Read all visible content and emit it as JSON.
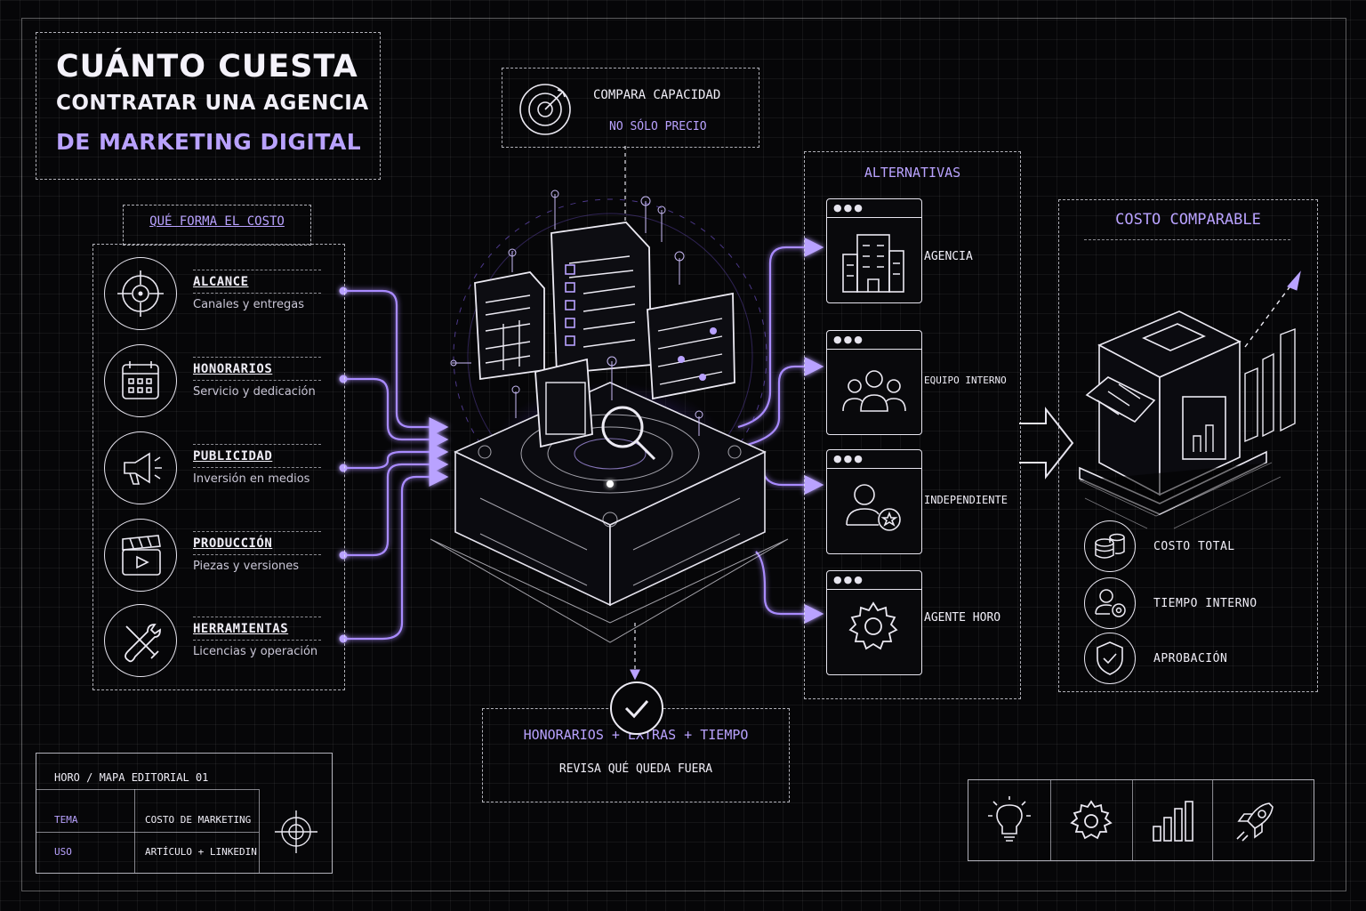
{
  "title": {
    "line1": "CUÁNTO CUESTA",
    "line2": "CONTRATAR UNA AGENCIA",
    "line3": "DE MARKETING DIGITAL"
  },
  "cost_panel": {
    "heading": "QUÉ FORMA EL COSTO",
    "items": [
      {
        "label": "ALCANCE",
        "sub": "Canales y entregas",
        "icon": "target-icon"
      },
      {
        "label": "HONORARIOS",
        "sub": "Servicio y dedicación",
        "icon": "calendar-icon"
      },
      {
        "label": "PUBLICIDAD",
        "sub": "Inversión en medios",
        "icon": "megaphone-icon"
      },
      {
        "label": "PRODUCCIÓN",
        "sub": "Piezas y versiones",
        "icon": "clapperboard-icon"
      },
      {
        "label": "HERRAMIENTAS",
        "sub": "Licencias y operación",
        "icon": "tools-icon"
      }
    ]
  },
  "compare": {
    "line1": "COMPARA CAPACIDAD",
    "line2": "NO SÓLO PRECIO",
    "icon": "target-icon"
  },
  "alternatives": {
    "heading": "ALTERNATIVAS",
    "items": [
      {
        "label": "AGENCIA",
        "icon": "building-icon"
      },
      {
        "label": "EQUIPO INTERNO",
        "icon": "team-icon"
      },
      {
        "label": "INDEPENDIENTE",
        "icon": "freelancer-icon"
      },
      {
        "label": "AGENTE HORO",
        "icon": "gear-icon"
      }
    ]
  },
  "comparable": {
    "heading": "COSTO COMPARABLE",
    "items": [
      {
        "label": "COSTO TOTAL",
        "icon": "coins-icon"
      },
      {
        "label": "TIEMPO INTERNO",
        "icon": "user-gear-icon"
      },
      {
        "label": "APROBACIÓN",
        "icon": "shield-check-icon"
      }
    ]
  },
  "formula": {
    "line1": "HONORARIOS + EXTRAS + TIEMPO",
    "line2": "REVISA QUÉ QUEDA FUERA"
  },
  "meta": {
    "header": "HORO / MAPA EDITORIAL 01",
    "rows": [
      {
        "key": "TEMA",
        "value": "COSTO DE MARKETING"
      },
      {
        "key": "USO",
        "value": "ARTÍCULO + LINKEDIN"
      }
    ]
  },
  "strip_icons": [
    "lightbulb-icon",
    "gear-icon",
    "bar-chart-icon",
    "rocket-icon"
  ],
  "colors": {
    "accent": "#b9a2ff",
    "glow": "#8a63ff",
    "line": "#e6e4ee",
    "background": "#060608"
  }
}
